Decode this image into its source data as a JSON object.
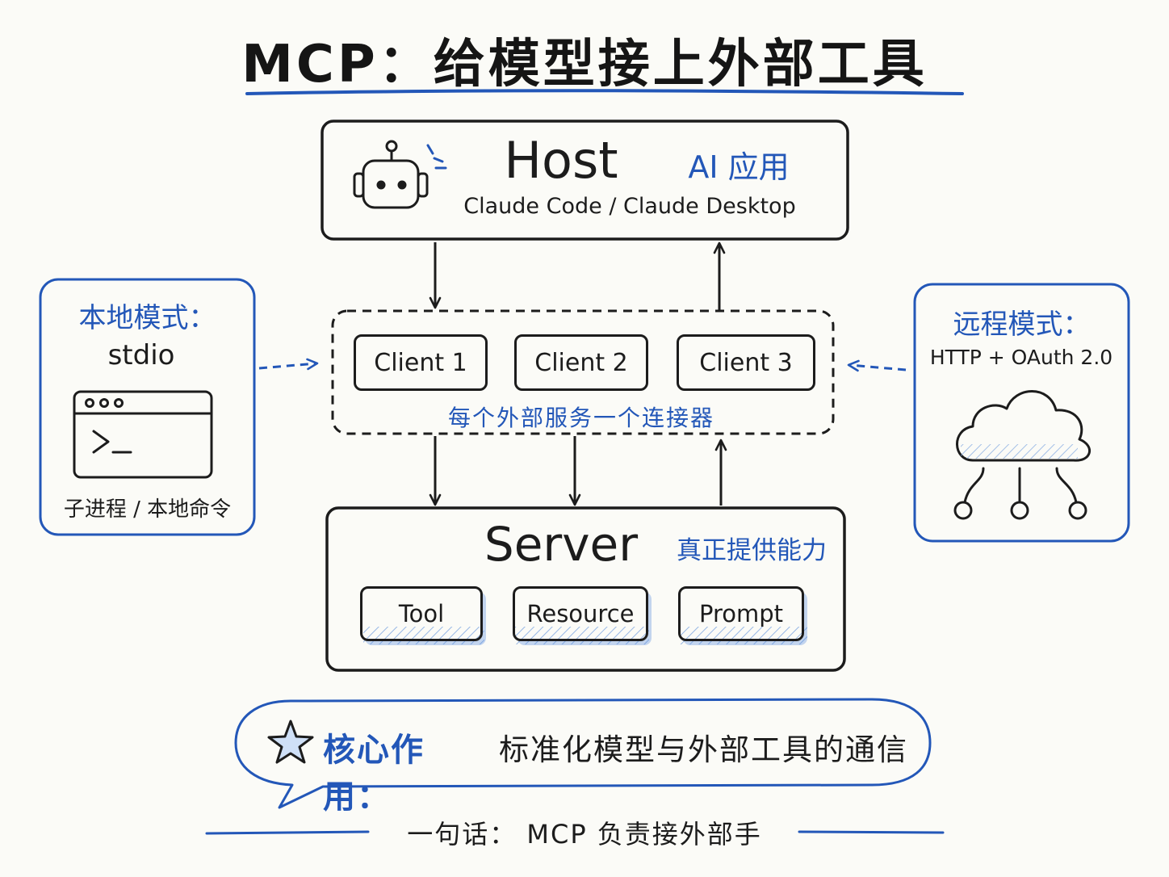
{
  "title": "MCP：给模型接上外部工具",
  "host": {
    "title": "Host",
    "tag": "AI 应用",
    "subtitle": "Claude Code / Claude Desktop",
    "icon": "robot-icon"
  },
  "clients": {
    "items": [
      "Client 1",
      "Client 2",
      "Client 3"
    ],
    "note": "每个外部服务一个连接器"
  },
  "server": {
    "title": "Server",
    "tag": "真正提供能力",
    "capabilities": [
      "Tool",
      "Resource",
      "Prompt"
    ]
  },
  "local_mode": {
    "title": "本地模式：",
    "transport": "stdio",
    "caption": "子进程 / 本地命令",
    "icon": "terminal-icon",
    "terminal_prompt": ">_"
  },
  "remote_mode": {
    "title": "远程模式：",
    "transport": "HTTP + OAuth 2.0",
    "icon": "cloud-network-icon"
  },
  "core": {
    "label": "核心作用：",
    "text": "标准化模型与外部工具的通信",
    "icon": "star-icon"
  },
  "footer": "一句话： MCP 负责接外部手",
  "colors": {
    "ink": "#1c1c1c",
    "accent": "#2357b8",
    "background": "#fbfbf7"
  }
}
